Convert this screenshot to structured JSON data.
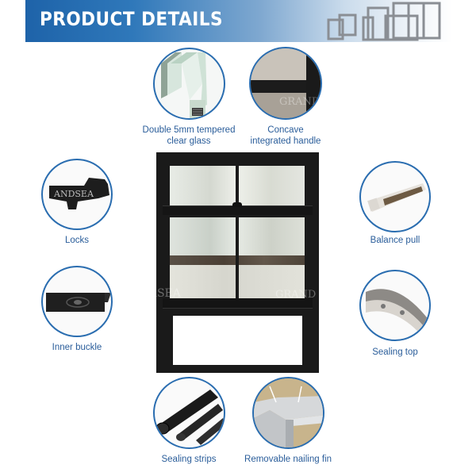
{
  "banner": {
    "title": "PRODUCT DETAILS",
    "decor_icon": "window-frames-icon",
    "gradient_start": "#1e63a9",
    "gradient_end": "#ffffff"
  },
  "features": [
    {
      "id": "glass",
      "label": "Double 5mm  tempered\nclear glass",
      "line1": "Double 5mm  tempered",
      "line2": "clear glass",
      "icon": "double-glass-icon"
    },
    {
      "id": "handle",
      "line1": "Concave",
      "line2": "integrated handle",
      "icon": "concave-handle-icon"
    },
    {
      "id": "locks",
      "line1": "Locks",
      "icon": "lock-icon"
    },
    {
      "id": "balance",
      "line1": "Balance pull",
      "icon": "balance-pull-icon"
    },
    {
      "id": "buckle",
      "line1": "Inner buckle",
      "icon": "inner-buckle-icon"
    },
    {
      "id": "sealing-top",
      "line1": "Sealing top",
      "icon": "sealing-top-icon"
    },
    {
      "id": "sealing-strips",
      "line1": "Sealing strips",
      "icon": "sealing-strips-icon"
    },
    {
      "id": "nailing-fin",
      "line1": "Removable nailing fin",
      "icon": "nailing-fin-icon"
    }
  ],
  "watermark": {
    "text1": "GRAND",
    "text2": "SEA"
  },
  "colors": {
    "accent": "#2a6db0",
    "label": "#2a5d9a",
    "frame": "#1a1a1a"
  }
}
